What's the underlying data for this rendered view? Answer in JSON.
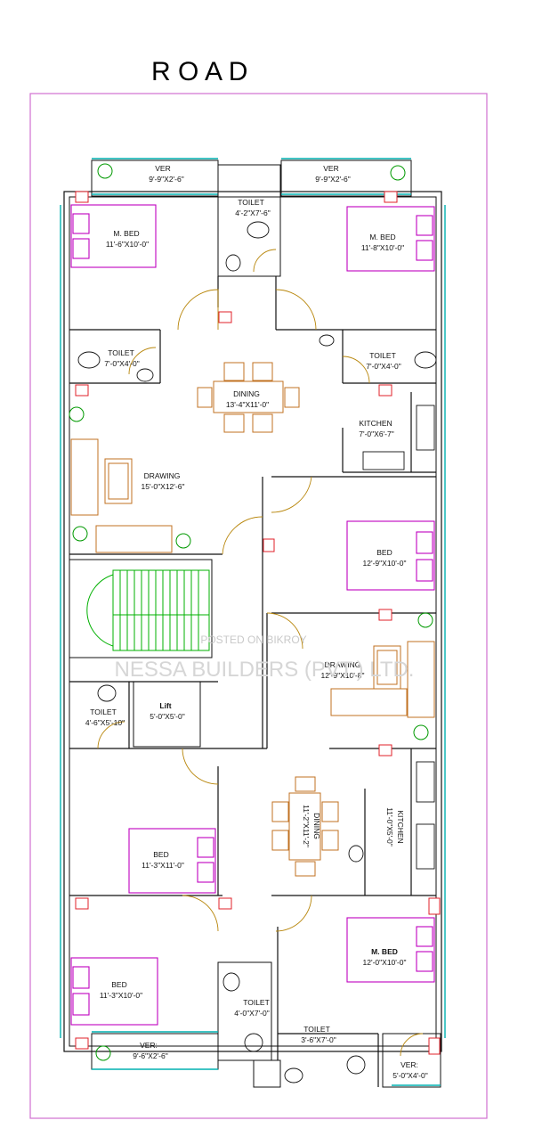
{
  "header": {
    "road": "R O A D"
  },
  "watermark": {
    "posted": "POSTED ON BIKROY",
    "company": "NESSA BUILDERS (PVT.) LTD."
  },
  "rooms": {
    "ver_top_left": {
      "name": "VER",
      "size": "9'-9\"X2'-6\""
    },
    "ver_top_right": {
      "name": "VER",
      "size": "9'-9\"X2'-6\""
    },
    "toilet_top_center": {
      "name": "TOILET",
      "size": "4'-2\"X7'-6\""
    },
    "mbed_top_left": {
      "name": "M. BED",
      "size": "11'-6\"X10'-0\""
    },
    "mbed_top_right": {
      "name": "M. BED",
      "size": "11'-8\"X10'-0\""
    },
    "toilet_left_1": {
      "name": "TOILET",
      "size": "7'-0\"X4'-0\""
    },
    "toilet_right_1": {
      "name": "TOILET",
      "size": "7'-0\"X4'-0\""
    },
    "dining_top": {
      "name": "DINING",
      "size": "13'-4\"X11'-0\""
    },
    "kitchen_top": {
      "name": "KITCHEN",
      "size": "7'-0\"X6'-7\""
    },
    "drawing_left": {
      "name": "DRAWING",
      "size": "15'-0\"X12'-6\""
    },
    "bed_right_mid": {
      "name": "BED",
      "size": "12'-9\"X10'-0\""
    },
    "drawing_right": {
      "name": "DRAWING",
      "size": "12'-9\"X10'-8\""
    },
    "toilet_left_2": {
      "name": "TOILET",
      "size": "4'-6\"X5'-10\""
    },
    "lift": {
      "name": "Lift",
      "size": "5'-0\"X5'-0\""
    },
    "dining_bottom": {
      "name": "DINING",
      "size": "11'-2\"X11'-2\""
    },
    "kitchen_bottom": {
      "name": "KITCHEN",
      "size": "11'-0\"X5'-0\""
    },
    "bed_left_mid": {
      "name": "BED",
      "size": "11'-3\"X11'-0\""
    },
    "mbed_bottom_right": {
      "name": "M. BED",
      "size": "12'-0\"X10'-0\""
    },
    "bed_bottom_left": {
      "name": "BED",
      "size": "11'-3\"X10'-0\""
    },
    "toilet_bottom_center": {
      "name": "TOILET",
      "size": "4'-0\"X7'-0\""
    },
    "toilet_bottom_right": {
      "name": "TOILET",
      "size": "3'-6\"X7'-0\""
    },
    "ver_bottom_left": {
      "name": "VER:",
      "size": "9'-6\"X2'-6\""
    },
    "ver_bottom_right": {
      "name": "VER:",
      "size": "5'-0\"X4'-0\""
    }
  },
  "colors": {
    "furniture": "#c000c0",
    "sofa": "#c07020",
    "column": "#e0202a",
    "glazing": "#00b0b0",
    "stair": "#00b000"
  }
}
